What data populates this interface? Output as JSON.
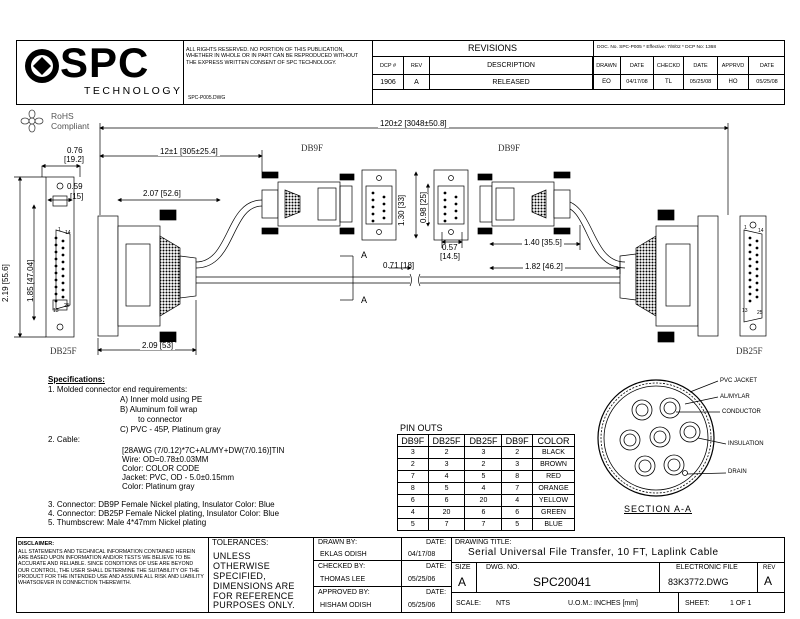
{
  "header": {
    "company": "SPC",
    "company_sub": "TECHNOLOGY",
    "rights": "ALL RIGHTS RESERVED. NO PORTION OF THIS PUBLICATION, WHETHER IN WHOLE OR IN PART CAN BE REPRODUCED WITHOUT THE EXPRESS WRITTEN CONSENT OF SPC TECHNOLOGY.",
    "file": "SPC-P005.DWG",
    "revisions_title": "REVISIONS",
    "doc_info": "DOC. No. SPC-P005  *  Effective: 7/8/02  *  DCP No: 1368",
    "col_dcp": "DCP #",
    "col_rev": "REV",
    "col_desc": "DESCRIPTION",
    "col_drawn": "DRAWN",
    "col_date": "DATE",
    "col_checkd": "CHECKD",
    "col_date2": "DATE",
    "col_apprvd": "APPRVD",
    "col_date3": "DATE",
    "row": {
      "dcp": "1906",
      "rev": "A",
      "desc": "RELEASED",
      "drawn": "EO",
      "date": "04/17/08",
      "checkd": "TL",
      "date2": "05/25/08",
      "apprvd": "HO",
      "date3": "05/25/08"
    }
  },
  "rohs": {
    "line1": "RoHS",
    "line2": "Compliant"
  },
  "dims": {
    "overall": "120±2 [3048±50.8]",
    "branch": "12±1 [305±25.4]",
    "d076": "0.76",
    "d076m": "[19.2]",
    "d059": "0.59",
    "d059m": "[15]",
    "d207": "2.07 [52.6]",
    "d219": "2.19 [55.6]",
    "d185": "1.85 [47.04]",
    "d209": "2.09 [53]",
    "d130": "1.30 [33]",
    "d098": "0.98 [25]",
    "d057": "0.57",
    "d057m": "[14.5]",
    "d140": "1.40 [35.5]",
    "d071": "0.71 [18]",
    "d182": "1.82 [46.2]",
    "section": "A"
  },
  "labels": {
    "db9f_left": "DB9F",
    "db9f_right": "DB9F",
    "db25f_left": "DB25F",
    "db25f_right": "DB25F",
    "pin1": "1",
    "pin13": "13",
    "pin14": "14",
    "pin25": "25",
    "pin1r": "1",
    "pin13r": "13",
    "pin14r": "14",
    "pin25r": "25"
  },
  "specs": {
    "title": "Specifications:",
    "l1": "1. Molded connector end requirements:",
    "l1a": "A) Inner mold using PE",
    "l1b": "B) Aluminum foil wrap",
    "l1b2": "to connector",
    "l1c": "C) PVC - 45P, Platinum gray",
    "l2": "2. Cable:",
    "l2a": "[28AWG (7/0.12)*7C+AL/MY+DW(7/0.16)]TIN",
    "l2b": "Wire: OD=0.78±0.03MM",
    "l2c": "Color: COLOR CODE",
    "l2d": "Jacket: PVC, OD - 5.0±0.15mm",
    "l2e": "Color: Platinum gray",
    "l3": "3. Connector: DB9P Female Nickel plating, Insulator Color: Blue",
    "l4": "4. Connector: DB25P Female Nickel plating, Insulator Color: Blue",
    "l5": "5. Thumbscrew: Male 4*47mm Nickel plating"
  },
  "pinouts": {
    "title": "PIN OUTS",
    "headers": [
      "DB9F",
      "DB25F",
      "DB25F",
      "DB9F",
      "COLOR"
    ],
    "rows": [
      [
        "3",
        "2",
        "3",
        "2",
        "BLACK"
      ],
      [
        "2",
        "3",
        "2",
        "3",
        "BROWN"
      ],
      [
        "7",
        "4",
        "5",
        "8",
        "RED"
      ],
      [
        "8",
        "5",
        "4",
        "7",
        "ORANGE"
      ],
      [
        "6",
        "6",
        "20",
        "4",
        "YELLOW"
      ],
      [
        "4",
        "20",
        "6",
        "6",
        "GREEN"
      ],
      [
        "5",
        "7",
        "7",
        "5",
        "BLUE"
      ]
    ]
  },
  "section": {
    "title": "SECTION  A-A",
    "pvc": "PVC JACKET",
    "al": "AL/MYLAR",
    "cond": "CONDUCTOR",
    "ins": "INSULATION",
    "drain": "DRAIN"
  },
  "footer": {
    "disclaimer_title": "DISCLAIMER:",
    "disclaimer": "ALL STATEMENTS AND TECHNICAL INFORMATION CONTAINED HEREIN ARE BASED UPON INFORMATION AND/OR TESTS WE BELIEVE TO BE ACCURATE AND RELIABLE. SINCE CONDITIONS OF USE ARE BEYOND OUR CONTROL, THE USER SHALL DETERMINE THE SUITABILITY OF THE PRODUCT FOR THE INTENDED USE AND ASSUME ALL RISK AND LIABILITY WHATSOEVER IN CONNECTION THEREWITH.",
    "tolerances": "TOLERANCES:",
    "unless": "UNLESS OTHERWISE SPECIFIED, DIMENSIONS ARE FOR REFERENCE PURPOSES ONLY.",
    "drawn_by": "DRAWN BY:",
    "drawn_name": "EKLAS ODISH",
    "drawn_date": "04/17/08",
    "checked_by": "CHECKED BY:",
    "checked_name": "THOMAS LEE",
    "checked_date": "05/25/06",
    "approved_by": "APPROVED BY:",
    "approved_name": "HISHAM ODISH",
    "approved_date": "05/25/06",
    "date": "DATE:",
    "drawing_title_label": "DRAWING TITLE:",
    "drawing_title": "Serial Universal File Transfer, 10 FT, Laplink Cable",
    "size_label": "SIZE",
    "size": "A",
    "dwg_label": "DWG. NO.",
    "dwg": "SPC20041",
    "efile_label": "ELECTRONIC FILE",
    "efile": "83K3772.DWG",
    "rev_label": "REV",
    "rev": "A",
    "scale_label": "SCALE:",
    "scale": "NTS",
    "uom": "U.O.M.: INCHES [mm]",
    "sheet_label": "SHEET:",
    "sheet": "1  OF  1"
  }
}
